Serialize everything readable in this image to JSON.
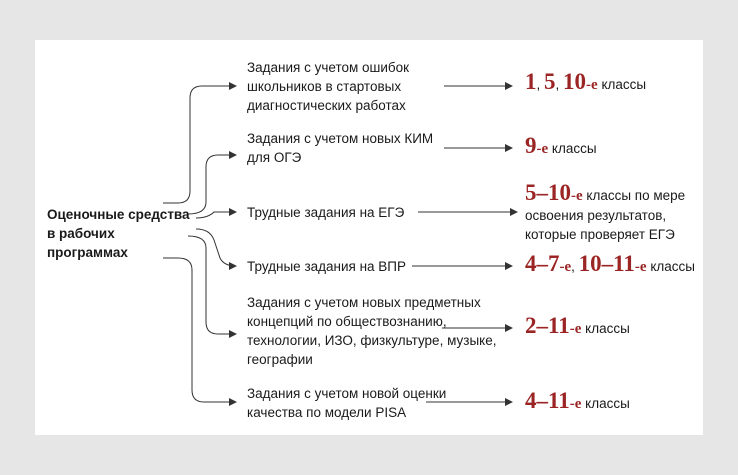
{
  "root_label": "Оценочные средства в рабочих программах",
  "colors": {
    "accent": "#9b2424",
    "background": "#e6e6e6",
    "card": "#ffffff",
    "line": "#333333"
  },
  "branches": [
    {
      "label": "Задания с учетом ошибок школьников в стартовых диагностических работах",
      "result": [
        {
          "t": "1",
          "s": "big"
        },
        {
          "t": ", ",
          "s": "plain"
        },
        {
          "t": "5",
          "s": "big"
        },
        {
          "t": ", ",
          "s": "plain"
        },
        {
          "t": "10",
          "s": "big"
        },
        {
          "t": "-е",
          "s": "suf"
        },
        {
          "t": " классы",
          "s": "plain"
        }
      ]
    },
    {
      "label": "Задания с учетом новых КИМ для ОГЭ",
      "result": [
        {
          "t": "9",
          "s": "big"
        },
        {
          "t": "-е",
          "s": "suf"
        },
        {
          "t": " классы",
          "s": "plain"
        }
      ]
    },
    {
      "label": "Трудные задания на ЕГЭ",
      "result": [
        {
          "t": "5–10",
          "s": "big"
        },
        {
          "t": "-е",
          "s": "suf"
        },
        {
          "t": " классы по мере освоения результатов, которые проверяет ЕГЭ",
          "s": "plain"
        }
      ]
    },
    {
      "label": "Трудные задания на ВПР",
      "result": [
        {
          "t": "4–7",
          "s": "big"
        },
        {
          "t": "-е",
          "s": "suf"
        },
        {
          "t": ", ",
          "s": "plain"
        },
        {
          "t": "10–11",
          "s": "big"
        },
        {
          "t": "-е",
          "s": "suf"
        },
        {
          "t": " классы",
          "s": "plain"
        }
      ]
    },
    {
      "label": "Задания с учетом новых предметных концепций по обществознанию, технологии, ИЗО, физкультуре, музыке, географии",
      "result": [
        {
          "t": "2–11",
          "s": "big"
        },
        {
          "t": "-е",
          "s": "suf"
        },
        {
          "t": " классы",
          "s": "plain"
        }
      ]
    },
    {
      "label": "Задания с учетом новой оценки качества по модели PISA",
      "result": [
        {
          "t": "4–11",
          "s": "big"
        },
        {
          "t": "-е",
          "s": "suf"
        },
        {
          "t": " классы",
          "s": "plain"
        }
      ]
    }
  ]
}
